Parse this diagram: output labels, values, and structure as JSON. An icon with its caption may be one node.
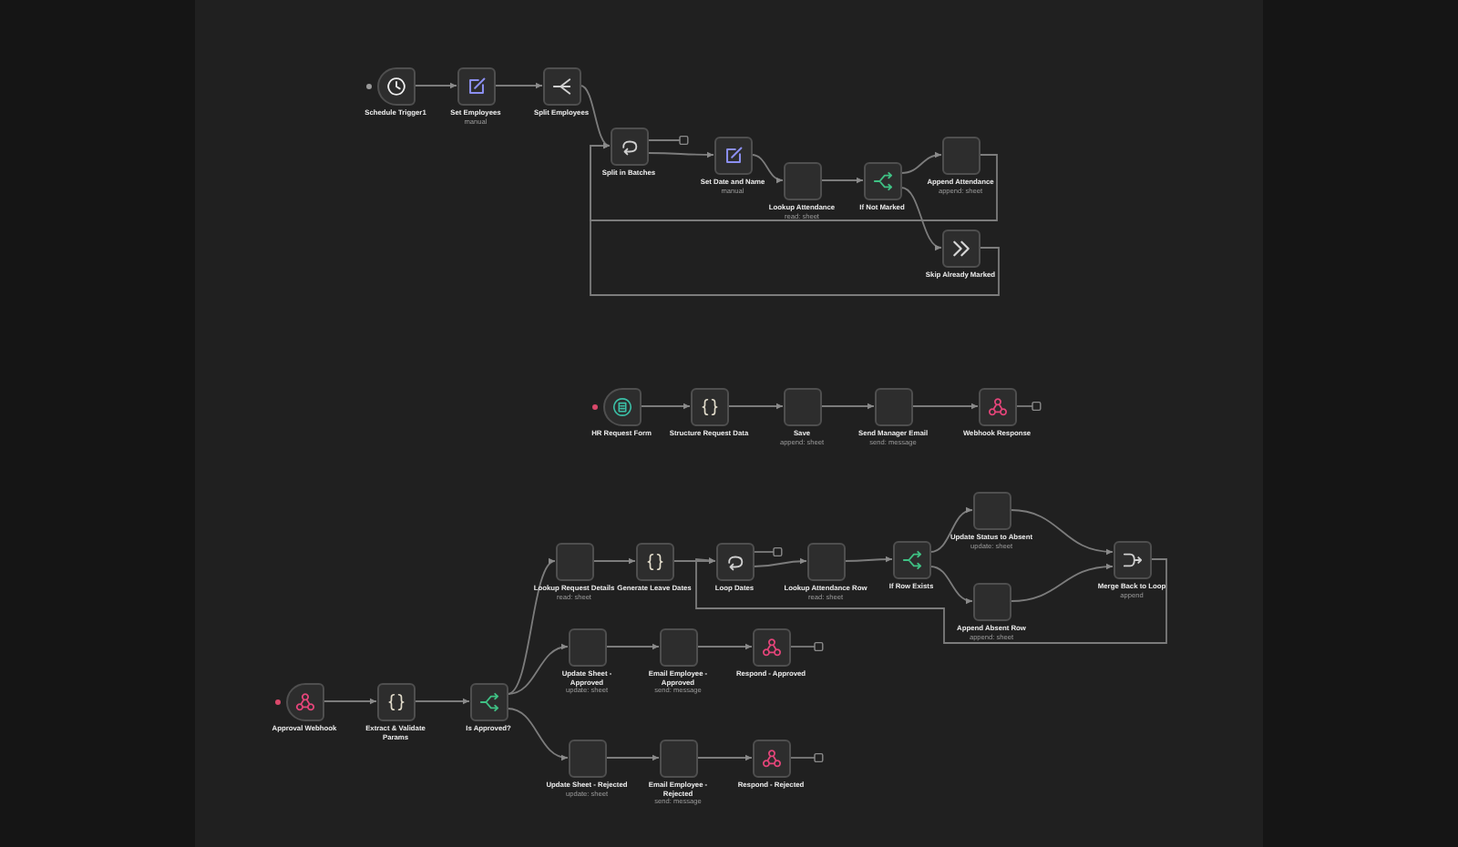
{
  "diagram": {
    "nodes": [
      {
        "text": [
          "Schedule Trigger1"
        ]
      },
      {
        "text": [
          "Set Employees",
          "manual"
        ]
      },
      {
        "text": [
          "Split Employees"
        ]
      },
      {
        "text": [
          "Split in Batches"
        ]
      },
      {
        "text": [
          "Set Date and Name",
          "manual"
        ]
      },
      {
        "text": [
          "Lookup Attendance",
          "read: sheet"
        ]
      },
      {
        "text": [
          "If Not Marked"
        ]
      },
      {
        "text": [
          "Append Attendance",
          "append: sheet"
        ]
      },
      {
        "text": [
          "Skip Already Marked"
        ]
      },
      {
        "text": [
          "HR Request Form"
        ]
      },
      {
        "text": [
          "Structure Request Data"
        ]
      },
      {
        "text": [
          "Save",
          "append: sheet"
        ]
      },
      {
        "text": [
          "Send Manager Email",
          "send: message"
        ]
      },
      {
        "text": [
          "Webhook Response"
        ]
      },
      {
        "text": [
          "Approval Webhook"
        ]
      },
      {
        "text": [
          "Extract & Validate Params"
        ]
      },
      {
        "text": [
          "Is Approved?"
        ]
      },
      {
        "text": [
          "Lookup Request Details",
          "read: sheet"
        ]
      },
      {
        "text": [
          "Generate Leave Dates"
        ]
      },
      {
        "text": [
          "Loop Dates"
        ]
      },
      {
        "text": [
          "Lookup Attendance Row",
          "read: sheet"
        ]
      },
      {
        "text": [
          "If Row Exists"
        ]
      },
      {
        "text": [
          "Update Status to Absent",
          "update: sheet"
        ]
      },
      {
        "text": [
          "Append Absent Row",
          "append: sheet"
        ]
      },
      {
        "text": [
          "Merge Back to Loop",
          "append"
        ]
      },
      {
        "text": [
          "Update Sheet - Approved",
          "update: sheet"
        ]
      },
      {
        "text": [
          "Email Employee - Approved",
          "send: message"
        ]
      },
      {
        "text": [
          "Respond - Approved"
        ]
      },
      {
        "text": [
          "Update Sheet - Rejected",
          "update: sheet"
        ]
      },
      {
        "text": [
          "Email Employee - Rejected",
          "send: message"
        ]
      },
      {
        "text": [
          "Respond - Rejected"
        ]
      }
    ],
    "edges": [
      {
        "from": 0,
        "to": 1,
        "arrow": "to"
      },
      {
        "from": 1,
        "to": 2,
        "arrow": "to"
      },
      {
        "from": 2,
        "to": 3,
        "arrow": "to"
      },
      {
        "from": 3,
        "to": null,
        "arrow": "other"
      },
      {
        "from": 3,
        "to": 4,
        "arrow": "to"
      },
      {
        "from": 4,
        "to": 5,
        "arrow": "to"
      },
      {
        "from": 5,
        "to": 6,
        "arrow": "to"
      },
      {
        "from": 6,
        "to": 7,
        "arrow": "to"
      },
      {
        "from": 6,
        "to": 8,
        "arrow": "to"
      },
      {
        "from": 7,
        "to": 3,
        "arrow": "to"
      },
      {
        "from": 8,
        "to": 3,
        "arrow": "to"
      },
      {
        "from": 9,
        "to": 10,
        "arrow": "to"
      },
      {
        "from": 10,
        "to": 11,
        "arrow": "to"
      },
      {
        "from": 11,
        "to": 12,
        "arrow": "to"
      },
      {
        "from": 12,
        "to": 13,
        "arrow": "to"
      },
      {
        "from": 13,
        "to": null,
        "arrow": "other"
      },
      {
        "from": 14,
        "to": 15,
        "arrow": "to"
      },
      {
        "from": 15,
        "to": 16,
        "arrow": "to"
      },
      {
        "from": 16,
        "to": 17,
        "arrow": "to"
      },
      {
        "from": 16,
        "to": 25,
        "arrow": "to"
      },
      {
        "from": 16,
        "to": 28,
        "arrow": "to"
      },
      {
        "from": 17,
        "to": 18,
        "arrow": "to"
      },
      {
        "from": 18,
        "to": 19,
        "arrow": "to"
      },
      {
        "from": 19,
        "to": null,
        "arrow": "other"
      },
      {
        "from": 19,
        "to": 20,
        "arrow": "to"
      },
      {
        "from": 20,
        "to": 21,
        "arrow": "to"
      },
      {
        "from": 21,
        "to": 22,
        "arrow": "to"
      },
      {
        "from": 21,
        "to": 23,
        "arrow": "to"
      },
      {
        "from": 22,
        "to": 24,
        "arrow": "to"
      },
      {
        "from": 23,
        "to": 24,
        "arrow": "to"
      },
      {
        "from": 24,
        "to": 19,
        "arrow": "to"
      },
      {
        "from": 25,
        "to": 26,
        "arrow": "to"
      },
      {
        "from": 26,
        "to": 27,
        "arrow": "to"
      },
      {
        "from": 27,
        "to": null,
        "arrow": "other"
      },
      {
        "from": 28,
        "to": 29,
        "arrow": "to"
      },
      {
        "from": 29,
        "to": 30,
        "arrow": "to"
      },
      {
        "from": 30,
        "to": null,
        "arrow": "other"
      }
    ]
  }
}
